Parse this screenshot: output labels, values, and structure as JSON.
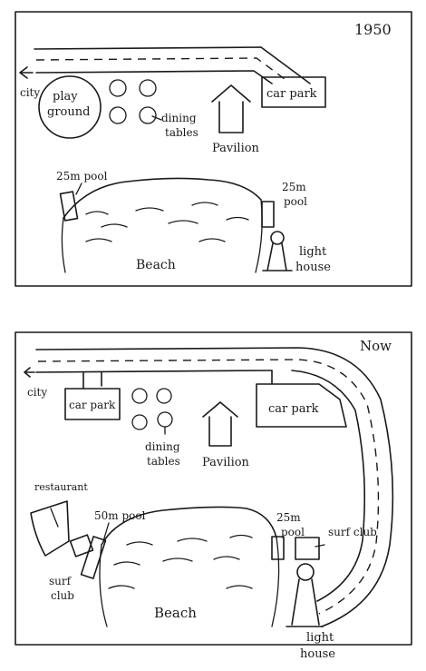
{
  "map_1950": {
    "year": "1950",
    "labels": {
      "city": "city",
      "playground": "play\nground",
      "dining_tables": "dining\ntables",
      "car_park": "car park",
      "pavilion": "Pavilion",
      "pool_left": "25m pool",
      "pool_right": "25m\npool",
      "beach": "Beach",
      "lighthouse": "light\nhouse"
    }
  },
  "map_now": {
    "year": "Now",
    "labels": {
      "city": "city",
      "car_park_left": "car park",
      "car_park_right": "car park",
      "dining_tables": "dining\ntables",
      "pavilion": "Pavilion",
      "restaurant": "restaurant",
      "pool_left": "50m pool",
      "surf_club_left": "surf\nclub",
      "pool_right": "25m\npool",
      "surf_club_right": "surf club",
      "beach": "Beach",
      "lighthouse": "light\nhouse"
    }
  }
}
